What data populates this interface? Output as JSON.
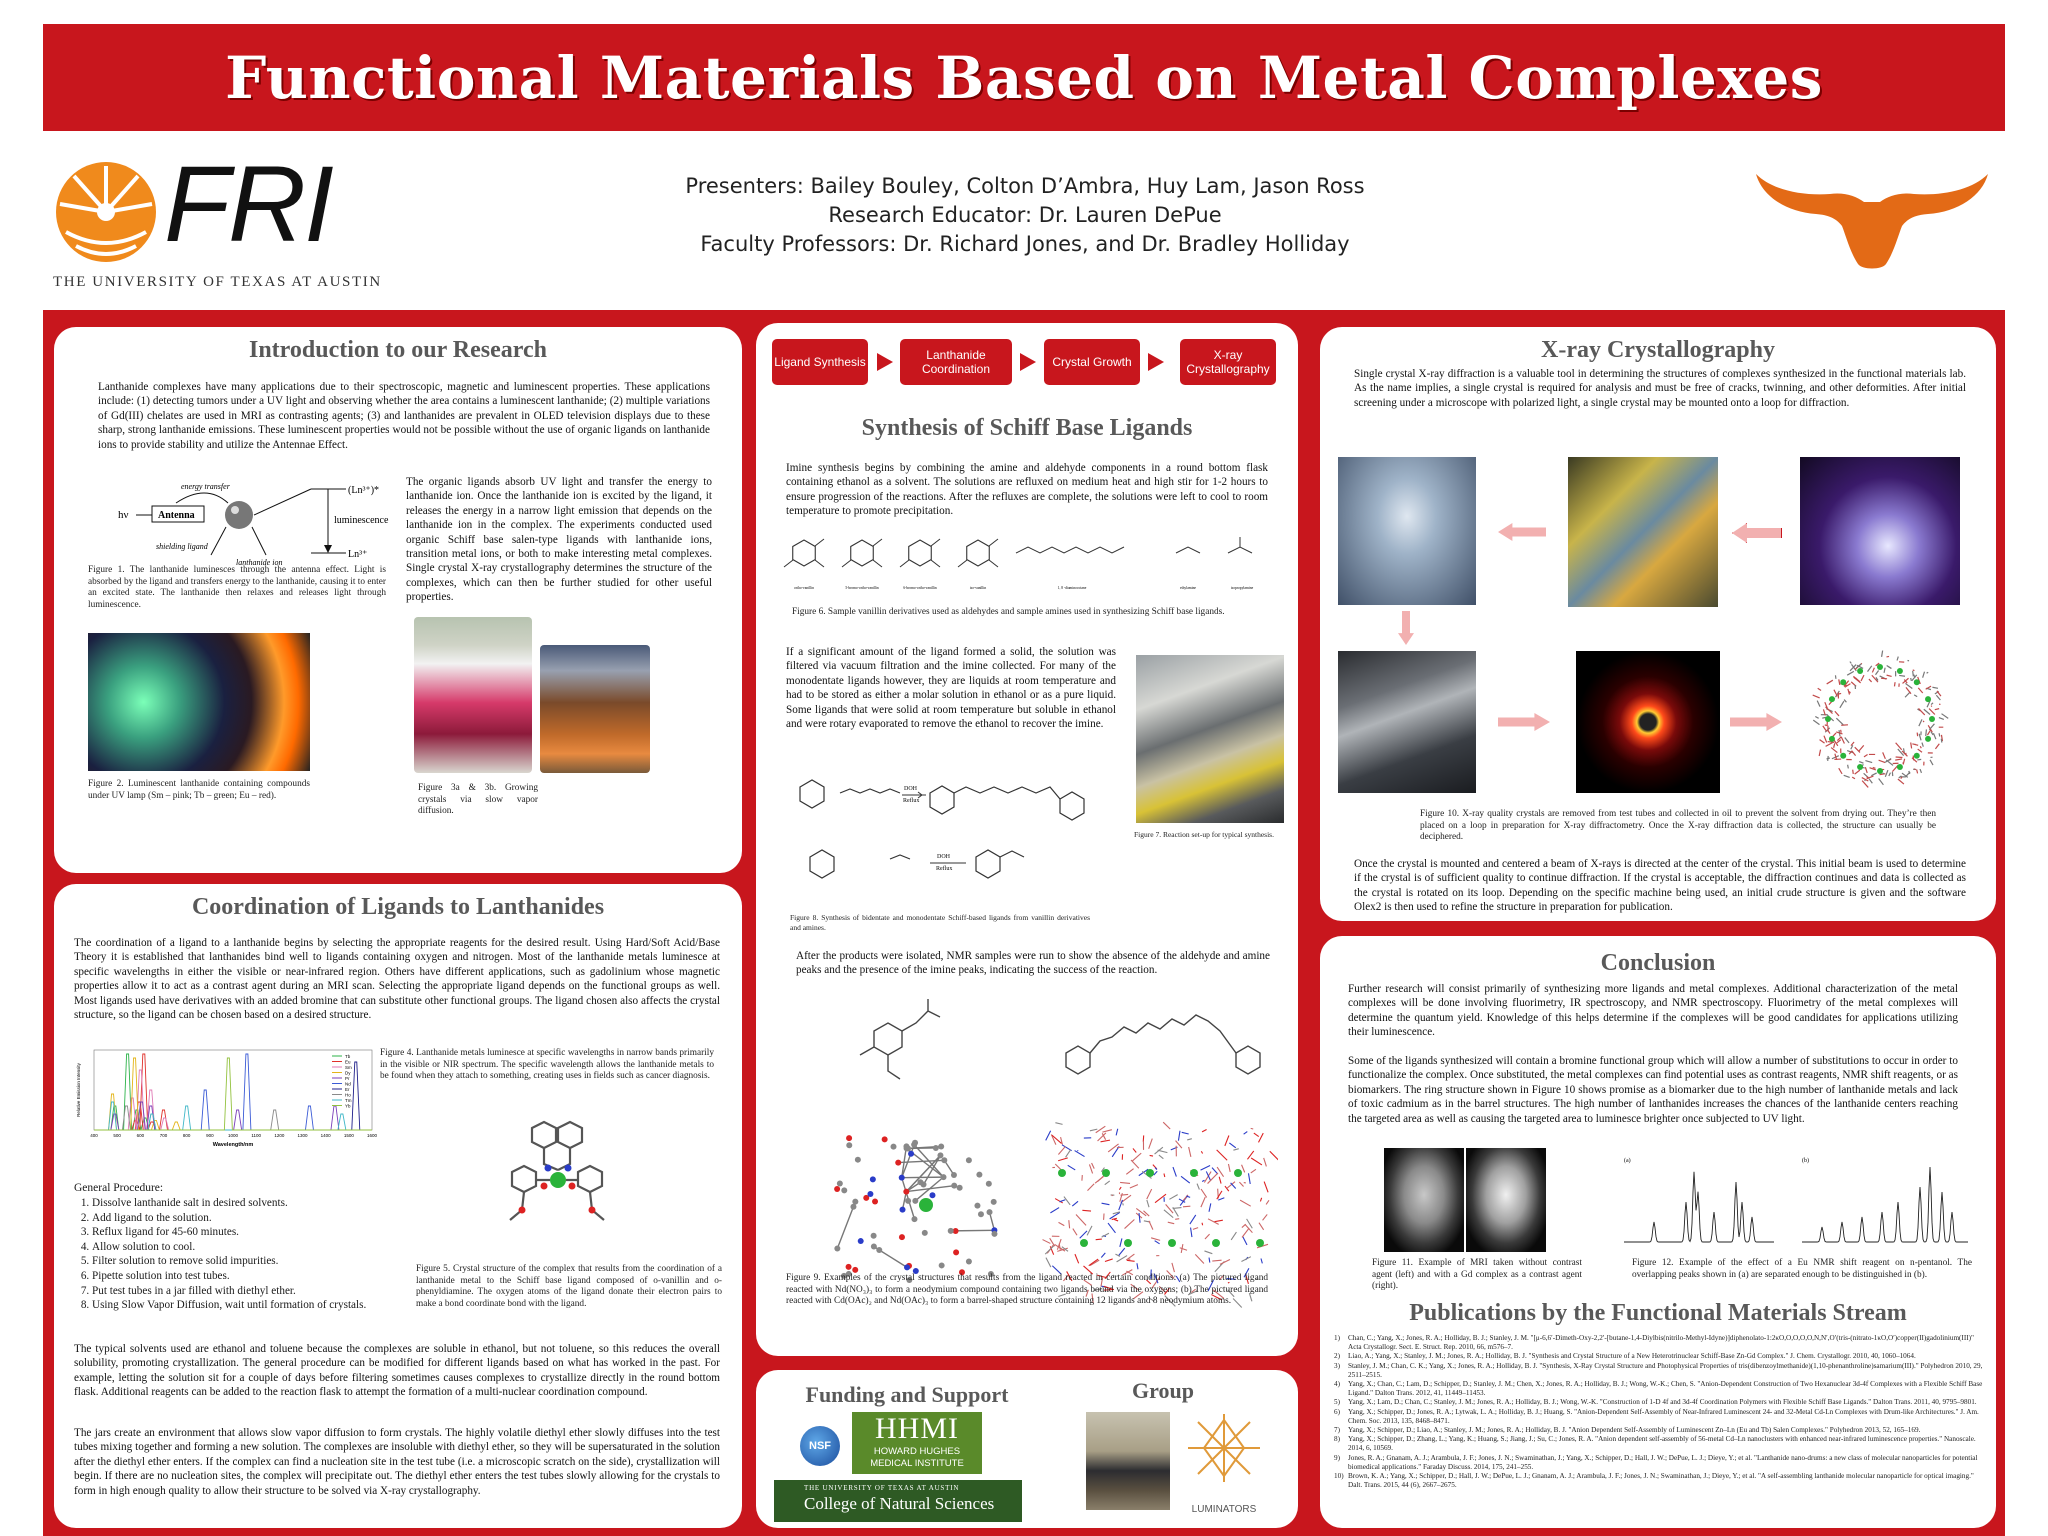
{
  "title": "Functional Materials Based on Metal Complexes",
  "logo": {
    "text": "FRI",
    "subtitle": "THE UNIVERSITY OF TEXAS AT AUSTIN"
  },
  "header": {
    "presenters": "Presenters: Bailey Bouley, Colton D’Ambra, Huy Lam, Jason Ross",
    "educator": "Research Educator: Dr. Lauren DePue",
    "faculty": "Faculty Professors: Dr. Richard Jones, and Dr. Bradley Holliday"
  },
  "intro": {
    "title": "Introduction to our Research",
    "p1": "Lanthanide complexes have many applications due to their spectroscopic, magnetic and luminescent properties. These applications include: (1) detecting tumors under a UV light and observing whether the area contains a luminescent lanthanide; (2) multiple variations of Gd(III) chelates are used in MRI as contrasting agents; (3) and lanthanides are prevalent in OLED television displays due to these sharp, strong lanthanide emissions. These luminescent properties would not be possible without the use of organic ligands on lanthanide ions to provide stability and utilize the Antennae Effect.",
    "p2": "The organic ligands absorb UV light and transfer the energy to lanthanide ion. Once the lanthanide ion is excited by the ligand, it releases the energy in a narrow light emission that depends on the lanthanide ion in the complex. The experiments conducted used organic Schiff base salen-type ligands with lanthanide ions, transition metal ions, or both to make interesting metal complexes. Single crystal X-ray crystallography determines the structure of the complexes, which can then be further studied for other useful properties.",
    "fig1": "Figure 1.  The lanthanide luminesces through the antenna effect. Light is absorbed by the ligand and transfers energy to the lanthanide, causing it to enter an excited state. The lanthanide then relaxes and releases light through luminescence.",
    "fig2": "Figure 2.  Luminescent lanthanide containing compounds under UV lamp (Sm – pink; Tb – green; Eu – red).",
    "fig3": "Figure 3a & 3b. Growing crystals via slow vapor diffusion.",
    "diagram": {
      "hv": "hν",
      "antenna": "Antenna",
      "energy": "energy transfer",
      "shield": "shielding ligand",
      "ion": "lanthanide ion",
      "excited": "(Ln³⁺)*",
      "lum": "luminescence",
      "ground": "Ln³⁺"
    }
  },
  "coord": {
    "title": "Coordination of Ligands to Lanthanides",
    "p1": "The coordination of a ligand to a lanthanide begins by selecting the appropriate reagents for the desired result. Using Hard/Soft Acid/Base Theory it is established that lanthanides bind well to ligands containing oxygen and nitrogen. Most of the lanthanide metals luminesce at specific wavelengths in either the visible or near-infrared region. Others have different applications, such as gadolinium whose magnetic properties allow it to act as a contrast agent during an MRI scan. Selecting the appropriate ligand depends on the functional groups as well. Most ligands used have derivatives with an added bromine that can substitute other functional groups. The ligand chosen also affects the crystal structure, so the ligand can be chosen based on a desired structure.",
    "fig4": "Figure 4.  Lanthanide metals luminesce at specific wavelengths in narrow bands primarily in the visible or NIR spectrum. The specific wavelength allows the lanthanide metals to be found when they attach to something, creating uses in fields such as cancer diagnosis.",
    "xlabel": "Wavelength/nm",
    "ylabel": "Relative Emission Intensity",
    "procedure_title": "General Procedure:",
    "steps": [
      "Dissolve lanthanide salt in desired solvents.",
      "Add ligand to the solution.",
      "Reflux ligand for 45-60 minutes.",
      "Allow solution to cool.",
      "Filter solution to remove solid impurities.",
      "Pipette solution into test tubes.",
      "Put test tubes in a jar filled with diethyl ether.",
      "Using Slow Vapor Diffusion, wait until formation of crystals."
    ],
    "fig5": "Figure 5.  Crystal structure of the complex that results from the coordination of a lanthanide metal to the Schiff base ligand composed of o-vanillin and o-phenyldiamine. The oxygen atoms of the ligand donate their electron pairs to make a bond coordinate bond with the ligand.",
    "p2": "The typical solvents used are ethanol and toluene because the complexes are soluble in ethanol, but not toluene, so this reduces the overall solubility, promoting crystallization. The general procedure can be modified for different ligands based on what has worked in the past. For example, letting the solution sit for a couple of days before filtering sometimes causes complexes to crystallize directly in the round bottom flask. Additional reagents can be added to the reaction flask to attempt the formation of a multi-nuclear coordination compound.",
    "p3": "The jars create an environment that allows slow vapor diffusion to form crystals. The highly volatile diethyl ether slowly diffuses into the test tubes mixing together and forming a new solution. The complexes are insoluble with diethyl ether, so they will be supersaturated in the solution after the diethyl ether enters. If the complex can find a nucleation site in the test tube (i.e. a microscopic scratch on the side), crystallization will begin. If there are no nucleation sites, the complex will precipitate out. The diethyl ether enters the test tubes slowly allowing for the crystals to form in high enough quality to allow their structure to be solved via X-ray crystallography."
  },
  "chart_data": {
    "type": "line",
    "title": "",
    "xlabel": "Wavelength/nm",
    "ylabel": "Relative Emission Intensity",
    "xlim": [
      400,
      1600
    ],
    "ylim": [
      0,
      1
    ],
    "x_ticks": [
      "400",
      "500",
      "600",
      "700",
      "800",
      "900",
      "1000",
      "1100",
      "1200",
      "1300",
      "1400",
      "1500",
      "1600"
    ],
    "series": [
      {
        "name": "Tb",
        "color": "#2db34a",
        "x": [
          490,
          545,
          585,
          620
        ],
        "y": [
          0.3,
          0.95,
          0.25,
          0.15
        ]
      },
      {
        "name": "Eu",
        "color": "#e0302a",
        "x": [
          580,
          595,
          615,
          650,
          700
        ],
        "y": [
          0.12,
          0.35,
          0.95,
          0.1,
          0.25
        ]
      },
      {
        "name": "Sm",
        "color": "#e07ab5",
        "x": [
          565,
          600,
          645,
          705
        ],
        "y": [
          0.4,
          0.75,
          0.5,
          0.15
        ]
      },
      {
        "name": "Dy",
        "color": "#e3b417",
        "x": [
          480,
          575,
          665,
          755
        ],
        "y": [
          0.45,
          0.9,
          0.12,
          0.1
        ]
      },
      {
        "name": "Pr",
        "color": "#7a3fb8",
        "x": [
          490,
          605,
          645,
          1020,
          1440
        ],
        "y": [
          0.2,
          0.35,
          0.3,
          0.25,
          0.3
        ]
      },
      {
        "name": "Nd",
        "color": "#3b5bd6",
        "x": [
          880,
          1060,
          1330
        ],
        "y": [
          0.5,
          0.95,
          0.3
        ]
      },
      {
        "name": "Er",
        "color": "#1f1f8a",
        "x": [
          1530
        ],
        "y": [
          0.85
        ]
      },
      {
        "name": "Ho",
        "color": "#8a8a8a",
        "x": [
          540,
          650,
          1180
        ],
        "y": [
          0.3,
          0.2,
          0.25
        ]
      },
      {
        "name": "Tm",
        "color": "#3fb7c8",
        "x": [
          480,
          650,
          800,
          1470
        ],
        "y": [
          0.35,
          0.2,
          0.3,
          0.2
        ]
      },
      {
        "name": "Yb",
        "color": "#93c23f",
        "x": [
          980
        ],
        "y": [
          0.9
        ]
      }
    ]
  },
  "flow": [
    "Ligand Synthesis",
    "Lanthanide Coordination",
    "Crystal Growth",
    "X-ray Crystallography"
  ],
  "synth": {
    "title": "Synthesis of Schiff Base Ligands",
    "p1": "Imine synthesis begins by combining the amine and aldehyde components in a round bottom flask containing ethanol as a solvent. The solutions are refluxed on medium heat and high stir for 1-2 hours to ensure progression of the reactions. After the refluxes are complete, the solutions were left to cool to room temperature to promote precipitation.",
    "fig6": "Figure 6. Sample vanillin derivatives used as aldehydes and sample amines used in synthesizing Schiff base ligands.",
    "p2": "If a significant amount of the ligand formed a solid, the solution was filtered via vacuum filtration and the imine collected. For many of the monodentate ligands however, they are liquids at room temperature and had to be stored as either a molar solution in ethanol or as a pure liquid. Some ligands that were solid at room temperature but soluble in ethanol and were rotary evaporated to remove the ethanol to recover the imine.",
    "fig7": "Figure 7. Reaction set-up for typical synthesis.",
    "fig8": "Figure 8. Synthesis of bidentate and monodentate Schiff-based ligands from vanillin derivatives and amines.",
    "p3": "After the products were isolated, NMR samples were run to show the absence of the aldehyde and amine peaks and the presence of the imine peaks, indicating the success of the reaction.",
    "fig9": "Figure 9. Examples of the crystal structures that results from the ligand reacted in certain conditions: (a) The pictured ligand reacted with Nd(NO₃)₃ to form a neodymium compound containing two ligands bound via the oxygens; (b) The pictured ligand reacted with Cd(OAc)₂ and Nd(OAc)₃ to form a barrel-shaped structure containing 12 ligands and 8 neodymium atoms.",
    "reagent": "DOH",
    "reflux": "Reflux",
    "mol_labels": [
      "ortho-vanillin",
      "5-bromo-ortho-vanillin",
      "6-bromo-ortho-vanillin",
      "iso-vanillin",
      "1, 8 -diaminooctane",
      "ethylamine",
      "isopropylamine"
    ]
  },
  "funding": {
    "title": "Funding and Support",
    "nsf": "NSF",
    "hhmi": "HHMI",
    "hhmi_sub1": "HOWARD HUGHES",
    "hhmi_sub2": "MEDICAL INSTITUTE",
    "ut": "THE UNIVERSITY OF TEXAS AT AUSTIN",
    "cns": "College of Natural Sciences"
  },
  "group": {
    "title": "Group",
    "logo": "LUMINATORS"
  },
  "xray": {
    "title": "X-ray Crystallography",
    "p1": "Single crystal X-ray diffraction is a valuable tool in determining the structures of complexes synthesized in the functional materials lab. As the name implies, a single crystal is required for analysis and must be free of cracks, twinning, and other deformities. After initial screening under a microscope with polarized light, a single crystal may be mounted onto a loop for diffraction.",
    "fig10": "Figure 10. X-ray quality crystals are removed from test tubes and collected in oil to prevent the solvent from drying out. They’re then placed on a loop in preparation for X-ray diffractometry. Once the X-ray diffraction data is collected, the structure can usually be deciphered.",
    "p2": "Once the crystal is mounted and centered a beam of X-rays is directed at the center of the crystal. This initial beam is used to determine if the crystal is of sufficient quality to continue diffraction. If the crystal is acceptable, the diffraction continues and data is collected as the crystal is rotated on its loop. Depending on the specific machine being used, an initial crude structure is given and the software Olex2 is then used to refine the structure in preparation for publication."
  },
  "conclusion": {
    "title": "Conclusion",
    "p1": "Further research will consist primarily of synthesizing more ligands and metal complexes. Additional characterization of the metal complexes will be done involving fluorimetry, IR spectroscopy, and NMR spectroscopy. Fluorimetry of the metal complexes will determine the quantum yield. Knowledge of this helps determine if the complexes will be good candidates for applications utilizing their luminescence.",
    "p2": "Some of the ligands synthesized will contain a bromine functional group which will allow a number of substitutions to occur in order to functionalize the complex. Once substituted, the metal complexes can find potential uses as contrast reagents, NMR shift reagents, or as biomarkers. The ring structure shown in Figure 10 shows promise as a biomarker due to the high number of lanthanide metals and lack of toxic cadmium as in the barrel structures. The high number of lanthanides increases the chances of the lanthanide centers reaching the targeted area as well as causing the targeted area to luminesce brighter once subjected to UV light.",
    "fig11": "Figure 11. Example of MRI taken without contrast agent (left) and with a Gd complex as a contrast agent (right).",
    "fig12": "Figure 12. Example of the effect of a Eu NMR shift reagent on n-pentanol. The overlapping peaks shown in (a) are separated enough to be distinguished in (b).",
    "nmr_a": "(a)",
    "nmr_b": "(b)"
  },
  "publications": {
    "title": "Publications by the Functional Materials Stream",
    "refs": [
      "Chan, C.; Yang, X.; Jones, R. A.; Holliday, B. J.; Stanley, J. M. \"[μ-6,6′-Dimeth-Oxy-2,2′-[butane-1,4-Diylbis(nitrilo-Methyl-Idyne)]diphenolato-1:2κO,O,O,O,O,N,N′,O′(tris-(nitrato-1κO,O′)copper(II)gadolinium(III)\" Acta Crystallogr. Sect. E. Struct. Rep. 2010, 66, m576–7.",
      "Liao, A.; Yang, X.; Stanley, J. M.; Jones, R. A.; Holliday, B. J. \"Synthesis and Crystal Structure of a New Heterotrinuclear Schiff-Base Zn-Gd Complex.\" J. Chem. Crystallogr. 2010, 40, 1060–1064.",
      "Stanley, J. M.; Chan, C. K.; Yang, X.; Jones, R. A.; Holliday, B. J. \"Synthesis, X-Ray Crystal Structure and Photophysical Properties of tris(dibenzoylmethanide)(1,10-phenanthroline)samarium(III).\" Polyhedron 2010, 29, 2511–2515.",
      "Yang, X.; Chan, C.; Lam, D.; Schipper, D.; Stanley, J. M.; Chen, X.; Jones, R. A.; Holliday, B. J.; Wong, W.-K.; Chen, S. \"Anion-Dependent Construction of Two Hexanuclear 3d-4f Complexes with a Flexible Schiff Base Ligand.\" Dalton Trans. 2012, 41, 11449–11453.",
      "Yang, X.; Lam, D.; Chan, C.; Stanley, J. M.; Jones, R. A.; Holliday, B. J.; Wong, W.-K. \"Construction of 1-D 4f and 3d-4f Coordination Polymers with Flexible Schiff Base Ligands.\" Dalton Trans. 2011, 40, 9795–9801.",
      "Yang, X.; Schipper, D.; Jones, R. A.; Lytwak, L. A.; Holliday, B. J.; Huang, S. \"Anion-Dependent Self-Assembly of Near-Infrared Luminescent 24- and 32-Metal Cd-Ln Complexes with Drum-like Architectures.\" J. Am. Chem. Soc. 2013, 135, 8468–8471.",
      "Yang, X.; Schipper, D.; Liao, A.; Stanley, J. M.; Jones, R. A.; Holliday, B. J. \"Anion Dependent Self-Assembly of Luminescent Zn–Ln (Eu and Tb) Salen Complexes.\" Polyhedron 2013, 52, 165–169.",
      "Yang, X.; Schipper, D.; Zhang, L.; Yang, K.; Huang, S.; Jiang, J.; Su, C.; Jones, R. A. \"Anion dependent self-assembly of 56-metal Cd–Ln nanoclusters with enhanced near-infrared luminescence properties.\" Nanoscale. 2014, 6, 10569.",
      "Jones, R. A.; Gnanam, A. J.; Arambula, J. F.; Jones, J. N.; Swaminathan, J.; Yang, X.; Schipper, D.; Hall, J. W.; DePue, L. J.; Dieye, Y.; et al. \"Lanthanide nano-drums: a new class of molecular nanoparticles for potential biomedical applications.\" Faraday Discuss. 2014, 175, 241–255.",
      "Brown, K. A.; Yang, X.; Schipper, D.; Hall, J. W.; DePue, L. J.; Gnanam, A. J.; Arambula, J. F.; Jones, J. N.; Swaminathan, J.; Dieye, Y.; et al. \"A self-assembling lanthanide molecular nanoparticle for optical imaging.\" Dalt. Trans. 2015, 44 (6), 2667–2675."
    ]
  }
}
